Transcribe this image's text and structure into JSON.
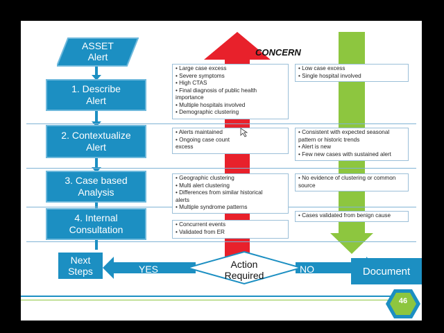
{
  "title": "CONCERN",
  "asset_alert": [
    "ASSET",
    "Alert"
  ],
  "steps": [
    {
      "label1": "1.  Describe",
      "label2": "Alert"
    },
    {
      "label1": "2. Contextualize",
      "label2": "Alert"
    },
    {
      "label1": "3. Case based",
      "label2": "Analysis"
    },
    {
      "label1": "4. Internal",
      "label2": "Consultation"
    }
  ],
  "concern_boxes": [
    [
      "• Large case excess",
      "• Severe symptoms",
      "• High CTAS",
      "• Final diagnosis of public health",
      "importance",
      "• Multiple hospitals involved",
      "• Demographic clustering"
    ],
    [
      "• Alerts maintained",
      "•  Ongoing case count",
      "excess"
    ],
    [
      "• Geographic clustering",
      "• Multi alert clustering",
      "•  Differences from similar historical",
      "alerts",
      "• Multiple syndrome patterns"
    ],
    [
      "• Concurrent events",
      "• Validated from ER"
    ]
  ],
  "low_boxes": [
    [
      "• Low case excess",
      "• Single hospital involved"
    ],
    [
      "• Consistent with expected seasonal",
      "pattern or historic trends",
      "• Alert is new",
      "•  Few new cases with sustained alert"
    ],
    [
      "• No evidence of clustering or common",
      "source"
    ],
    [
      "• Cases validated from benign cause"
    ]
  ],
  "next_steps": [
    "Next",
    "Steps"
  ],
  "yes_label": "YES",
  "no_label": "NO",
  "action_required": [
    "Action",
    "Required"
  ],
  "document_label": "Document",
  "page_number": "46",
  "colors": {
    "accent": "#1c8fc2",
    "red_arrow": "#e8212b",
    "green_arrow": "#8dc63f"
  }
}
